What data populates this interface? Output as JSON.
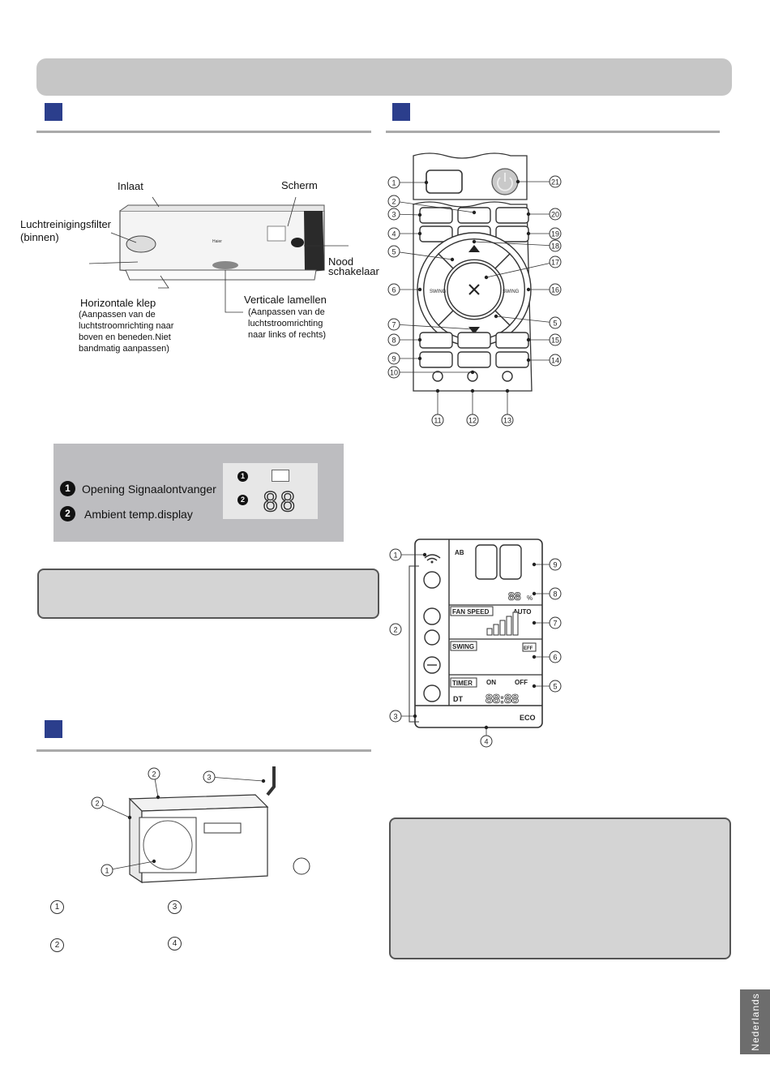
{
  "side_tab": "Nederlands",
  "indoor_unit": {
    "labels": {
      "inlaat": "Inlaat",
      "scherm": "Scherm",
      "filter_line1": "Luchtreinigingsfilter",
      "filter_line2": "(binnen)",
      "nood_line1": "Nood",
      "nood_line2": "schakelaar",
      "klep_title": "Horizontale klep",
      "klep_desc1": "(Aanpassen van de",
      "klep_desc2": "luchtstroomrichting naar",
      "klep_desc3": "boven en beneden.Niet",
      "klep_desc4": "bandmatig aanpassen)",
      "lamellen_title": "Verticale lamellen",
      "lamellen_desc1": "(Aanpassen van de",
      "lamellen_desc2": "luchtstroomrichting",
      "lamellen_desc3": "naar links of rechts)"
    },
    "brand_text": "Haier"
  },
  "display_panel": {
    "item1": "Opening Signaalontvanger",
    "item2": "Ambient temp.display",
    "badge1": "1",
    "badge2": "2",
    "digits": "88"
  },
  "remote": {
    "callouts": [
      "1",
      "2",
      "3",
      "4",
      "5",
      "6",
      "7",
      "8",
      "9",
      "10",
      "11",
      "12",
      "13",
      "14",
      "15",
      "16",
      "17",
      "18",
      "19",
      "20",
      "21",
      "5"
    ],
    "swing_label": "SWING"
  },
  "lcd": {
    "callouts": [
      "1",
      "2",
      "3",
      "4",
      "5",
      "6",
      "7",
      "8",
      "9"
    ],
    "fan_speed": "FAN SPEED",
    "auto": "AUTO",
    "swing": "SWING",
    "timer": "TIMER",
    "on": "ON",
    "off": "OFF",
    "dt": "DT",
    "eco": "ECO",
    "ab": "AB",
    "eff": "EFF",
    "clock": "88:88",
    "pct": "88",
    "pct_unit": "%"
  },
  "outdoor_unit": {
    "callouts": [
      "1",
      "2",
      "2",
      "3"
    ],
    "legend": [
      "1",
      "3",
      "2",
      "4"
    ]
  }
}
